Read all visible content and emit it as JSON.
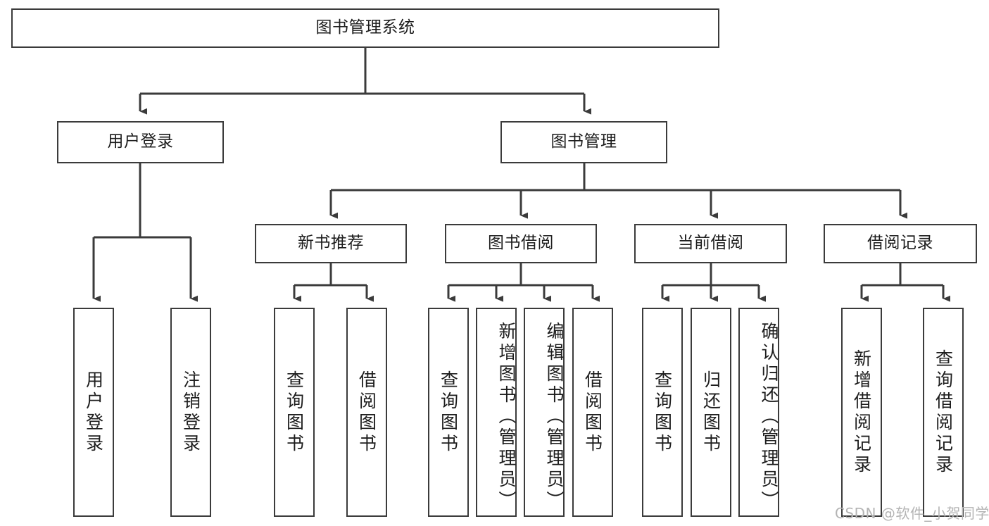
{
  "diagram": {
    "title": "图书管理系统",
    "type": "hierarchy-tree",
    "orientation": "top-down",
    "colors": {
      "background": "#ffffff",
      "border": "#3b3b3b",
      "text": "#1d1d1d",
      "watermark": "#b4b4b4"
    },
    "levels": {
      "root": "图书管理系统",
      "level2": [
        "用户登录",
        "图书管理"
      ],
      "level3": [
        "新书推荐",
        "图书借阅",
        "当前借阅",
        "借阅记录"
      ]
    },
    "nodes": {
      "root": {
        "label": "图书管理系统"
      },
      "user_login": {
        "label": "用户登录"
      },
      "book_manage": {
        "label": "图书管理"
      },
      "new_book_rec": {
        "label": "新书推荐"
      },
      "book_borrow": {
        "label": "图书借阅"
      },
      "current_borrow": {
        "label": "当前借阅"
      },
      "borrow_record": {
        "label": "借阅记录"
      },
      "leaf_user_login": {
        "label": "用户登录"
      },
      "leaf_user_logout": {
        "label": "注销登录"
      },
      "leaf_rec_query": {
        "label": "查询图书"
      },
      "leaf_rec_borrow": {
        "label": "借阅图书"
      },
      "leaf_borrow_query": {
        "label": "查询图书"
      },
      "leaf_borrow_add": {
        "label": "新增图书（管理员）"
      },
      "leaf_borrow_edit": {
        "label": "编辑图书（管理员）"
      },
      "leaf_borrow_borrow": {
        "label": "借阅图书"
      },
      "leaf_current_query": {
        "label": "查询图书"
      },
      "leaf_current_return": {
        "label": "归还图书"
      },
      "leaf_current_confirm": {
        "label": "确认归还（管理员）"
      },
      "leaf_record_add": {
        "label": "新增借阅记录"
      },
      "leaf_record_query": {
        "label": "查询借阅记录"
      }
    },
    "watermark": "CSDN @软件_小贺同学"
  }
}
